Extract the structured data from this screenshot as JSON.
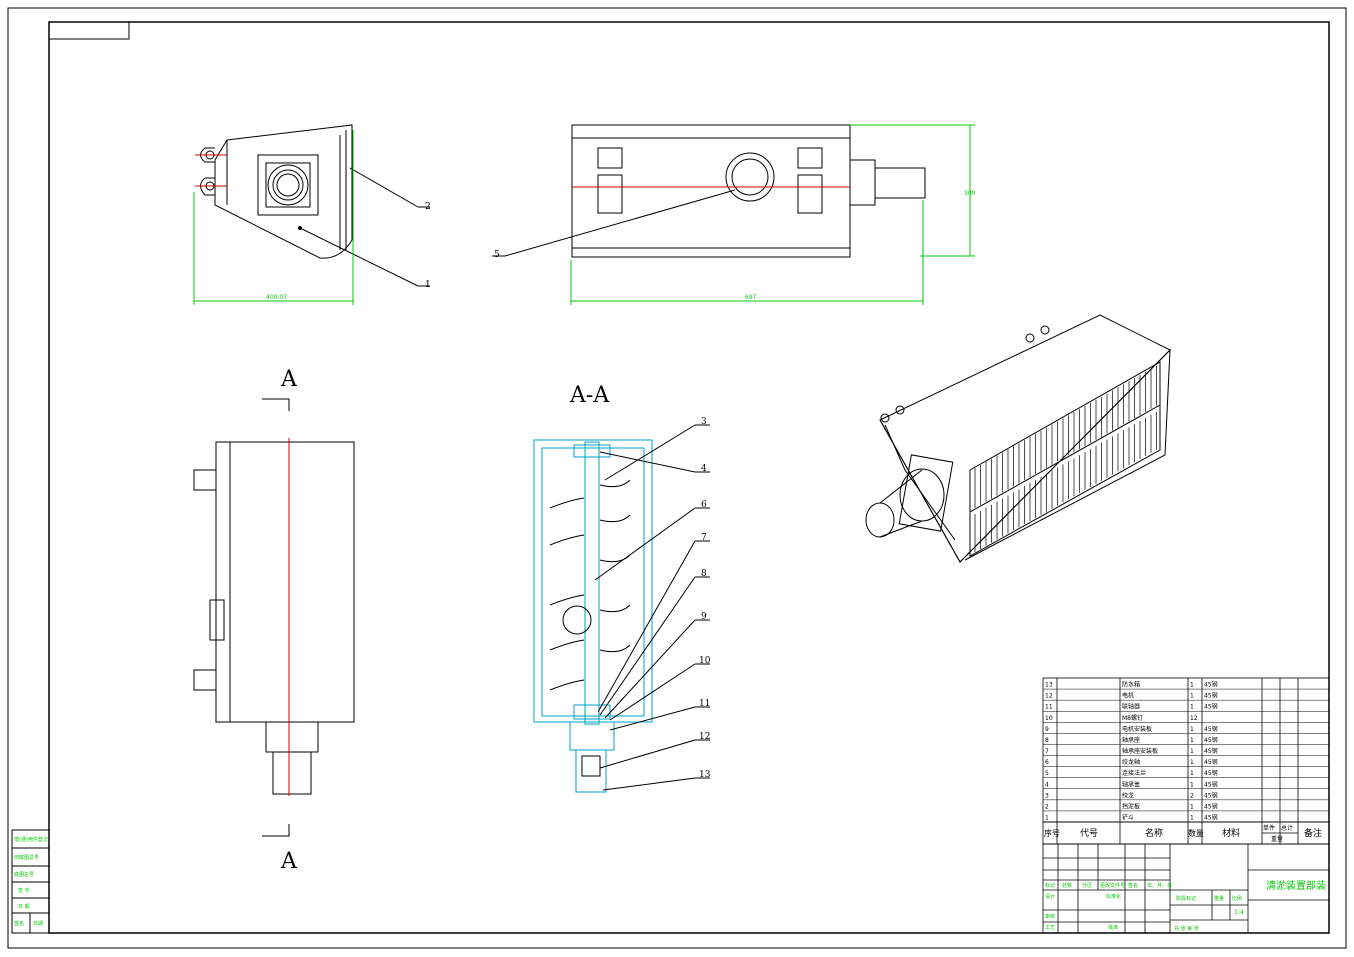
{
  "views": {
    "section_marker": "A",
    "section_title": "A-A"
  },
  "dimensions": {
    "side_width": "400.07",
    "top_width": "697",
    "top_height": "300"
  },
  "callouts": [
    "1",
    "2",
    "3",
    "4",
    "5",
    "6",
    "7",
    "8",
    "9",
    "10",
    "11",
    "12",
    "13"
  ],
  "bom": {
    "rows": [
      {
        "no": "13",
        "name": "防水箱",
        "qty": "1",
        "mat": "45钢"
      },
      {
        "no": "12",
        "name": "电机",
        "qty": "1",
        "mat": "45钢"
      },
      {
        "no": "11",
        "name": "联轴器",
        "qty": "1",
        "mat": "45钢"
      },
      {
        "no": "10",
        "name": "M8螺钉",
        "qty": "12",
        "mat": ""
      },
      {
        "no": "9",
        "name": "电机安装板",
        "qty": "1",
        "mat": "45钢"
      },
      {
        "no": "8",
        "name": "轴承座",
        "qty": "1",
        "mat": "45钢"
      },
      {
        "no": "7",
        "name": "轴承座安装板",
        "qty": "1",
        "mat": "45钢"
      },
      {
        "no": "6",
        "name": "绞龙轴",
        "qty": "1",
        "mat": "45钢"
      },
      {
        "no": "5",
        "name": "连接法兰",
        "qty": "1",
        "mat": "45钢"
      },
      {
        "no": "4",
        "name": "轴承盖",
        "qty": "1",
        "mat": "45钢"
      },
      {
        "no": "3",
        "name": "绞龙",
        "qty": "2",
        "mat": "45钢"
      },
      {
        "no": "2",
        "name": "挡泥板",
        "qty": "1",
        "mat": "45钢"
      },
      {
        "no": "1",
        "name": "铲斗",
        "qty": "1",
        "mat": "45钢"
      }
    ],
    "header": {
      "no": "序号",
      "code": "代号",
      "name": "名称",
      "qty": "数量",
      "mat": "材料",
      "unit": "单件",
      "total": "总计",
      "weight": "重量",
      "note": "备注"
    }
  },
  "title_block": {
    "drawing_title": "清淤装置部装",
    "scale": "1:4",
    "stage_mark": "阶段标记",
    "weight": "重量",
    "scale_label": "比例",
    "sheets": "共  张  第  张",
    "row_labels": [
      "标记",
      "处数",
      "分区",
      "更改文件号",
      "签名",
      "年、月、日"
    ],
    "designer": "设计",
    "standardized": "标准化",
    "reviewer": "审核",
    "process": "工艺",
    "approved": "批准"
  },
  "left_strip": [
    "借(通)用件登记",
    "旧底图总号",
    "底图总号",
    "签  字",
    "日  期",
    "签名",
    "日期"
  ],
  "colors": {
    "outline": "#000000",
    "centerline": "#d00000",
    "dimension": "#00c800",
    "section": "#00a0c8"
  }
}
